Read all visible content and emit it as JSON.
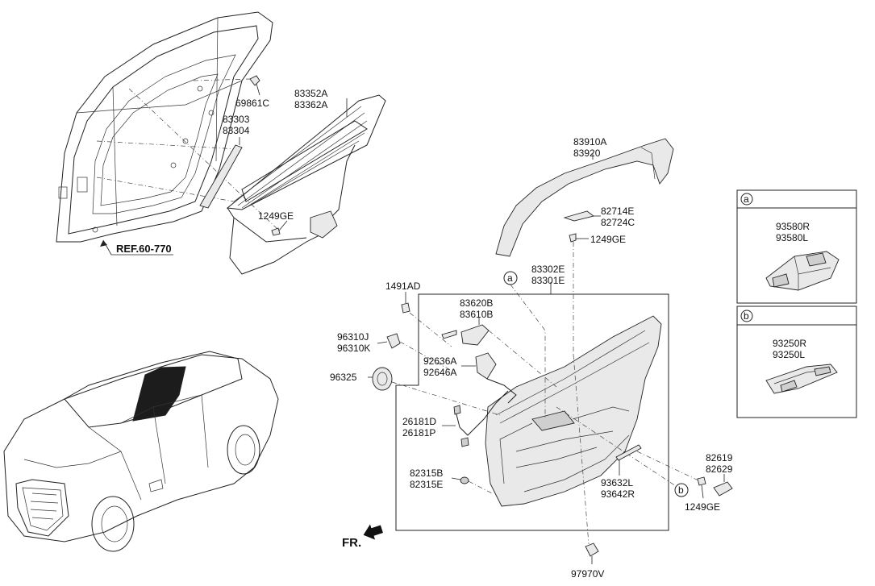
{
  "labels": {
    "p69861C": "69861C",
    "p83352A": "83352A",
    "p83362A": "83362A",
    "p83303": "83303",
    "p83304": "83304",
    "p1249GE_top": "1249GE",
    "ref": "REF.60-770",
    "p83910A": "83910A",
    "p83920": "83920",
    "p82714E": "82714E",
    "p82724C": "82724C",
    "p1249GE_mid": "1249GE",
    "p83302E": "83302E",
    "p83301E": "83301E",
    "p1491AD": "1491AD",
    "p83620B": "83620B",
    "p83610B": "83610B",
    "p96310J": "96310J",
    "p96310K": "96310K",
    "p92636A": "92636A",
    "p92646A": "92646A",
    "p96325": "96325",
    "p26181D": "26181D",
    "p26181P": "26181P",
    "p82315B": "82315B",
    "p82315E": "82315E",
    "p93632L": "93632L",
    "p93642R": "93642R",
    "p82619": "82619",
    "p82629": "82629",
    "p1249GE_bot": "1249GE",
    "p97970V": "97970V",
    "fr": "FR.",
    "callout_a": "a",
    "callout_b": "b"
  },
  "inset_a": {
    "tag": "a",
    "line1": "93580R",
    "line2": "93580L"
  },
  "inset_b": {
    "tag": "b",
    "line1": "93250R",
    "line2": "93250L"
  }
}
